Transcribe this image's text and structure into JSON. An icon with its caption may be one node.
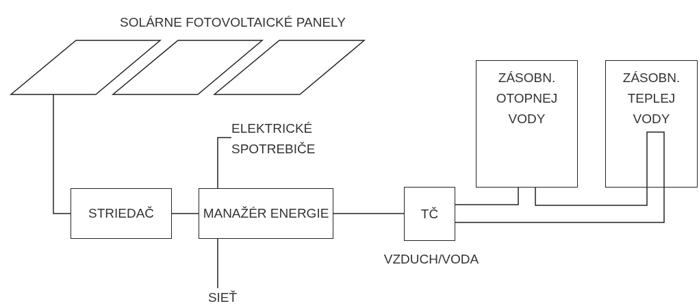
{
  "diagram": {
    "nodes": [
      {
        "text": [],
        "shape": "parallelogram"
      },
      {
        "text": [],
        "shape": "parallelogram"
      },
      {
        "text": [],
        "shape": "parallelogram"
      },
      {
        "text": [
          "STRIEDAČ"
        ]
      },
      {
        "text": [
          "MANAŽÉR ENERGIE"
        ]
      },
      {
        "text": [
          "ELEKTRICKÉ SPOTREBIČE"
        ]
      },
      {
        "text": [
          "SIEŤ"
        ]
      },
      {
        "text": [
          "TČ"
        ],
        "beside": [
          "VZDUCH/VODA"
        ]
      },
      {
        "text": [
          "ZÁSOBN. OTOPNEJ VODY"
        ]
      },
      {
        "text": [
          "ZÁSOBN. TEPLEJ VODY"
        ]
      }
    ],
    "edges": [
      {
        "from": 0,
        "to": 3,
        "arrow": "none"
      },
      {
        "from": 3,
        "to": 4,
        "arrow": "none"
      },
      {
        "from": 4,
        "to": 5,
        "arrow": "none"
      },
      {
        "from": 4,
        "to": 6,
        "arrow": "none"
      },
      {
        "from": 4,
        "to": 7,
        "arrow": "none"
      },
      {
        "from": 7,
        "to": 8,
        "arrow": "none"
      },
      {
        "from": 8,
        "to": 9,
        "arrow": "none"
      },
      {
        "from": 9,
        "to": 7,
        "arrow": "none"
      }
    ],
    "labels": [
      "SOLÁRNE FOTOVOLTAICKÉ PANELY"
    ]
  }
}
